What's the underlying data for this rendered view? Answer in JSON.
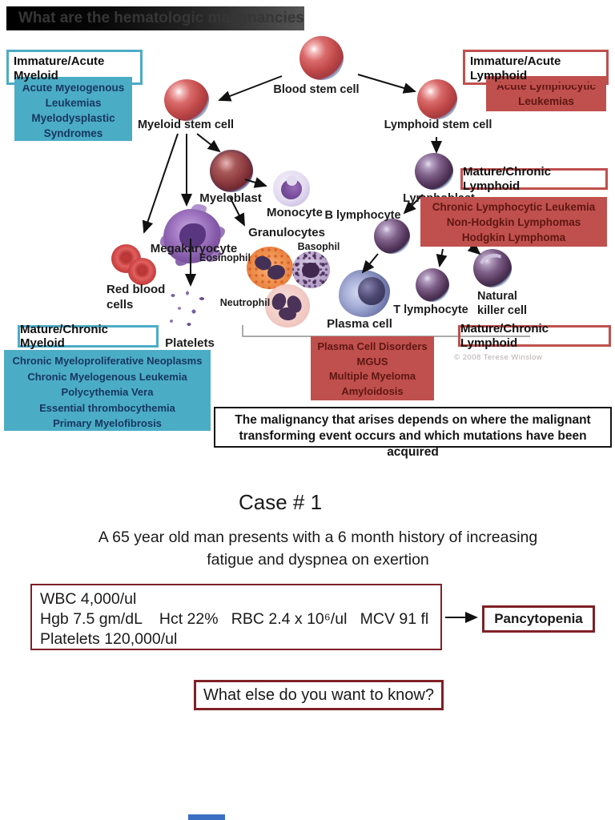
{
  "colors": {
    "teal_fill": "#4BACC6",
    "teal_text": "#17375E",
    "red_fill": "#C0504D",
    "red_fill_text": "#5E1712",
    "maroon_border": "#7F2126",
    "black_border": "#141414"
  },
  "title_bar": {
    "text": "What are the hematologic malignancies?"
  },
  "diagram": {
    "copyright": "© 2008 Terese Winslow",
    "labels": {
      "blood_stem_cell": "Blood stem cell",
      "myeloid_stem_cell": "Myeloid stem cell",
      "lymphoid_stem_cell": "Lymphoid stem cell",
      "myeloblast": "Myeloblast",
      "lymphoblast": "Lymphoblast",
      "monocyte": "Monocyte",
      "granulocytes": "Granulocytes",
      "eosinophil": "Eosinophil",
      "basophil": "Basophil",
      "neutrophil": "Neutrophil",
      "megakaryocyte": "Megakaryocyte",
      "red_blood_cells": "Red blood\ncells",
      "platelets": "Platelets",
      "b_lymphocyte": "B lymphocyte",
      "plasma_cell": "Plasma cell",
      "t_lymphocyte": "T lymphocyte",
      "natural_killer_cell": "Natural\nkiller cell"
    }
  },
  "overlays": {
    "immature_acute_myeloid": "Immature/Acute\nMyeloid",
    "acute_myeloid_list": [
      "Acute Myelogenous Leukemias",
      "Myelodysplastic Syndromes"
    ],
    "immature_acute_lymphoid": "Immature/Acute\nLymphoid",
    "acute_lymphoid_list": [
      "Acute Lymphocytic Leukemias"
    ],
    "mature_chronic_lymphoid_top": "Mature/Chronic Lymphoid",
    "chronic_lymphoid_list": [
      "Chronic Lymphocytic Leukemia",
      "Non-Hodgkin Lymphomas",
      "Hodgkin Lymphoma"
    ],
    "mature_chronic_myeloid": "Mature/Chronic Myeloid",
    "chronic_myeloid_list": [
      "Chronic Myeloproliferative Neoplasms",
      "Chronic Myelogenous Leukemia",
      "Polycythemia Vera",
      "Essential thrombocythemia",
      "Primary Myelofibrosis"
    ],
    "plasma_cell_list": [
      "Plasma Cell Disorders",
      "MGUS",
      "Multiple Myeloma",
      "Amyloidosis"
    ],
    "mature_chronic_lymphoid_bottom": "Mature/Chronic Lymphoid",
    "statement": "The malignancy that arises depends on where the malignant transforming event occurs and which mutations have been acquired"
  },
  "case": {
    "title": "Case # 1",
    "description": "A 65 year old man presents with a 6 month history of increasing\nfatigue and dyspnea on exertion",
    "labs": [
      "WBC 4,000/ul",
      "Hgb 7.5 gm/dL    Hct 22%   RBC 2.4 x 10⁶/ul   MCV 91 fl",
      "Platelets 120,000/ul"
    ],
    "diagnosis": "Pancytopenia",
    "question": "What else do you want to know?"
  }
}
